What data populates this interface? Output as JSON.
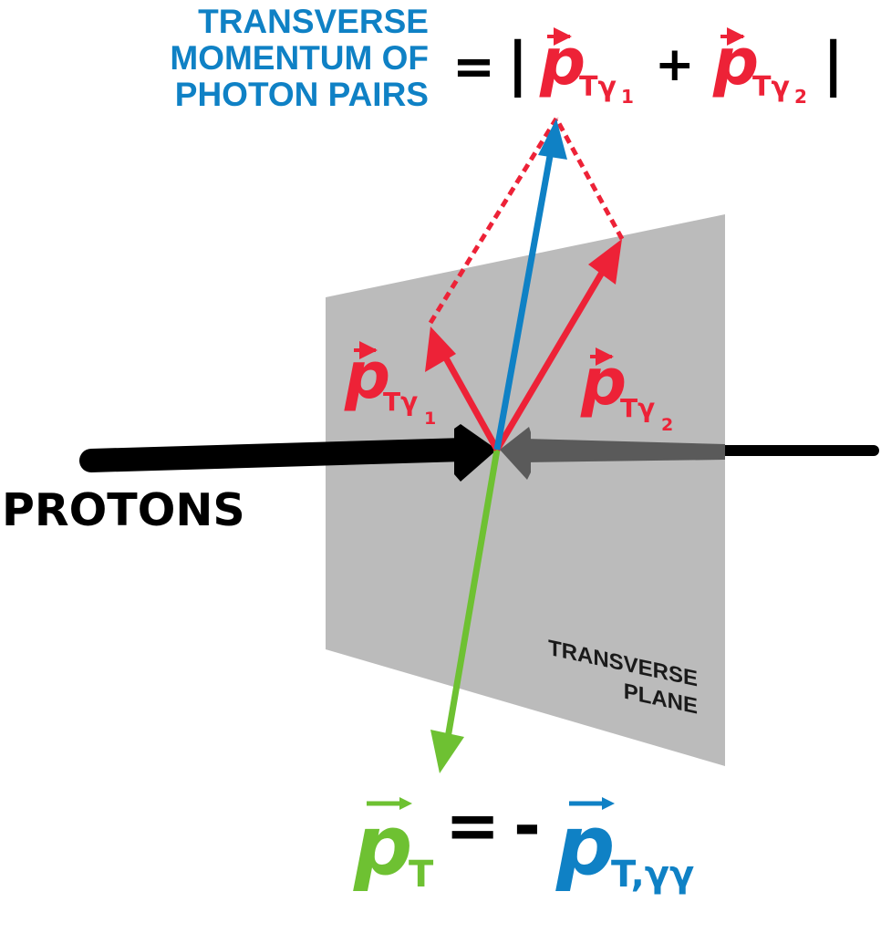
{
  "colors": {
    "blue": "#0f81c5",
    "red": "#ed2237",
    "green": "#6ec132",
    "black": "#000000",
    "dark_gray": "#5a5a5a",
    "plane_gray": "#bbbbbb",
    "plane_text": "#1a1a1a"
  },
  "header": {
    "label_lines": [
      "TRANSVERSE",
      "MOMENTUM OF",
      "PHOTON PAIRS"
    ],
    "equals": "=",
    "bar_left": "|",
    "plus": "+",
    "bar_right": "|",
    "term1": {
      "symbol": "p",
      "sub": "Tγ",
      "subsub": "1"
    },
    "term2": {
      "symbol": "p",
      "sub": "Tγ",
      "subsub": "2"
    }
  },
  "vectors": {
    "photon1_label": {
      "symbol": "p",
      "sub": "Tγ",
      "subsub": "1"
    },
    "photon2_label": {
      "symbol": "p",
      "sub": "Tγ",
      "subsub": "2"
    }
  },
  "protons_label": "PROTONS",
  "plane_label_lines": [
    "TRANSVERSE",
    "PLANE"
  ],
  "footer": {
    "lhs": {
      "symbol": "p",
      "sub": "T"
    },
    "equals": "=",
    "minus": "-",
    "rhs": {
      "symbol": "p",
      "sub": "T,γγ"
    }
  }
}
